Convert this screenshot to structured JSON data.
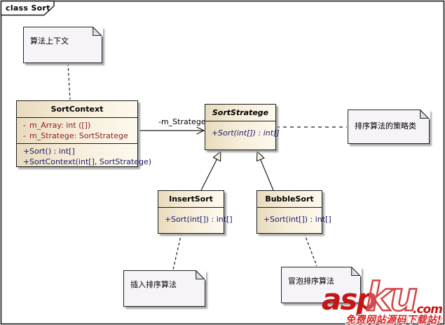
{
  "frame": {
    "label": "class Sort"
  },
  "classes": [
    {
      "name": "SortContext",
      "attributes": [
        {
          "sign": "-",
          "text": "m_Array:  int ([])"
        },
        {
          "sign": "-",
          "text": "m_Stratege:  SortStratege"
        }
      ],
      "operations": [
        {
          "sign": "+",
          "text": "Sort() : int[]"
        },
        {
          "sign": "+",
          "text": "SortContext(int[], SortStratege)"
        }
      ]
    },
    {
      "name": "SortStratege",
      "abstract": true,
      "operations": [
        {
          "sign": "+",
          "text": "Sort(int[]) : int[]"
        }
      ]
    },
    {
      "name": "InsertSort",
      "operations": [
        {
          "sign": "+",
          "text": "Sort(int[]) : int[]"
        }
      ]
    },
    {
      "name": "BubbleSort",
      "operations": [
        {
          "sign": "+",
          "text": "Sort(int[]) : int[]"
        }
      ]
    }
  ],
  "notes": [
    {
      "text": "算法上下文"
    },
    {
      "text": "排序算法的策略类"
    },
    {
      "text": "插入排序算法"
    },
    {
      "text": "冒泡排序算法"
    }
  ],
  "edges": {
    "association_label": "-m_Stratege"
  },
  "watermark": {
    "part1": "asp",
    "part2": "ku",
    "part3": ".com",
    "tagline": "免费网站源码下载站!"
  },
  "colors": {
    "attribute_text": "#8b2020",
    "operation_text": "#1a1a6e",
    "class_fill_left": "#e8dabd",
    "class_fill_right": "#fdf9ee",
    "note_fill": "#f7f4f9",
    "watermark_red": "#c41616"
  }
}
